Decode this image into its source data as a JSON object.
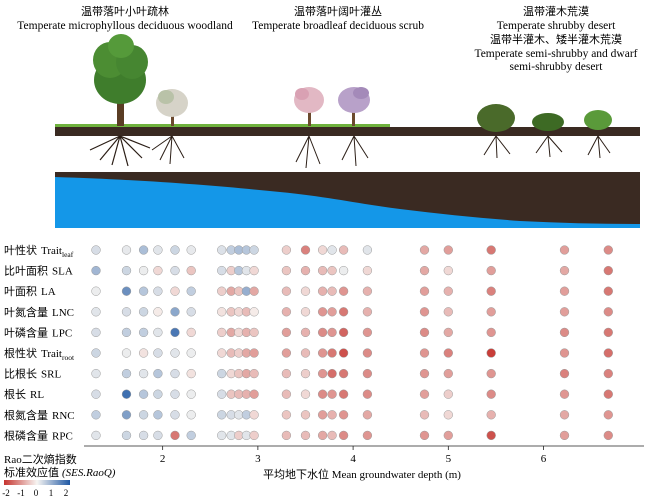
{
  "colors": {
    "positive": "#c6342f",
    "negative": "#1f58a4",
    "neutral": "#f7f5f2",
    "water": "#1497e8",
    "soil": "#3a2a22",
    "grass": "#6fb23e"
  },
  "zones": [
    {
      "cn": "温带落叶小叶疏林",
      "en1": "Temperate microphyllous deciduous woodland",
      "en2": "",
      "cn2": "",
      "en3": ""
    },
    {
      "cn": "温带落叶阔叶灌丛",
      "en1": "Temperate broadleaf deciduous scrub",
      "en2": "",
      "cn2": "",
      "en3": ""
    },
    {
      "cn": "温带灌木荒漠",
      "en1": "Temperate shrubby desert",
      "cn2": "温带半灌木、矮半灌木荒漠",
      "en2": "Temperate semi-shrubby and dwarf",
      "en3": "semi-shrubby desert"
    }
  ],
  "traits": [
    {
      "cn": "叶性状",
      "en": "Trait",
      "sub": "leaf"
    },
    {
      "cn": "比叶面积",
      "en": "SLA",
      "sub": ""
    },
    {
      "cn": "叶面积",
      "en": "LA",
      "sub": ""
    },
    {
      "cn": "叶氮含量",
      "en": "LNC",
      "sub": ""
    },
    {
      "cn": "叶磷含量",
      "en": "LPC",
      "sub": ""
    },
    {
      "cn": "根性状",
      "en": "Trait",
      "sub": "root"
    },
    {
      "cn": "比根长",
      "en": "SRL",
      "sub": ""
    },
    {
      "cn": "根长",
      "en": "RL",
      "sub": ""
    },
    {
      "cn": "根氮含量",
      "en": "RNC",
      "sub": ""
    },
    {
      "cn": "根磷含量",
      "en": "RPC",
      "sub": ""
    }
  ],
  "xaxis": {
    "label": "平均地下水位  Mean groundwater depth (m)",
    "ticks": [
      "2",
      "3",
      "4",
      "5",
      "6"
    ]
  },
  "legend": {
    "title_line1": "Rao二次熵指数",
    "title_line2_cn": "标准效应值",
    "title_line2_en": "(SES.RaoQ)",
    "tick_labels": [
      "-2",
      "-1",
      "0",
      "1",
      "2"
    ]
  },
  "chart_data": {
    "type": "scatter",
    "title": "",
    "xlabel": "平均地下水位  Mean groundwater depth (m)",
    "ylabel": "",
    "xlim": [
      1.3,
      6.95
    ],
    "value_range": [
      -2,
      2
    ],
    "x": [
      1.3,
      1.62,
      1.8,
      1.95,
      2.13,
      2.3,
      2.62,
      2.72,
      2.8,
      2.88,
      2.96,
      3.3,
      3.5,
      3.68,
      3.78,
      3.9,
      4.15,
      4.75,
      5.0,
      5.45,
      6.22,
      6.68
    ],
    "series": [
      {
        "name": "Trait leaf",
        "values": [
          -0.3,
          -0.15,
          -0.7,
          -0.2,
          -0.4,
          -0.15,
          -0.25,
          -0.5,
          -0.7,
          -0.6,
          -0.4,
          0.4,
          1.2,
          0.3,
          -0.2,
          0.6,
          -0.2,
          0.8,
          0.9,
          1.3,
          0.9,
          1.1
        ]
      },
      {
        "name": "SLA",
        "values": [
          -0.8,
          -0.4,
          -0.1,
          0.3,
          -0.3,
          0.5,
          -0.3,
          0.4,
          -0.6,
          -0.2,
          0.3,
          0.5,
          0.7,
          0.6,
          0.5,
          -0.1,
          0.3,
          0.8,
          0.3,
          0.9,
          0.8,
          1.3
        ]
      },
      {
        "name": "LA",
        "values": [
          -0.1,
          -1.3,
          -0.6,
          -0.3,
          0.3,
          -0.5,
          0.4,
          0.8,
          0.5,
          -0.9,
          0.8,
          0.6,
          0.3,
          0.7,
          0.6,
          1.0,
          0.7,
          0.9,
          0.7,
          1.2,
          0.9,
          1.3
        ]
      },
      {
        "name": "LNC",
        "values": [
          -0.2,
          -0.3,
          -0.4,
          0.1,
          -1.0,
          -0.3,
          0.2,
          0.5,
          0.3,
          0.6,
          0.1,
          0.7,
          0.3,
          1.0,
          0.9,
          1.3,
          0.7,
          1.0,
          0.6,
          0.9,
          0.9,
          1.1
        ]
      },
      {
        "name": "LPC",
        "values": [
          -0.3,
          -0.5,
          -0.5,
          -0.2,
          -1.6,
          0.3,
          0.4,
          0.8,
          0.3,
          0.7,
          0.5,
          0.9,
          0.7,
          1.1,
          1.0,
          1.5,
          1.0,
          1.1,
          0.8,
          1.0,
          1.1,
          1.3
        ]
      },
      {
        "name": "Trait root",
        "values": [
          -0.4,
          -0.1,
          0.2,
          -0.3,
          -0.2,
          -0.1,
          0.3,
          0.6,
          0.4,
          0.8,
          0.9,
          0.9,
          0.6,
          1.0,
          1.3,
          1.7,
          1.1,
          1.0,
          1.2,
          1.9,
          1.0,
          1.4
        ]
      },
      {
        "name": "SRL",
        "values": [
          -0.2,
          -0.5,
          -0.2,
          -0.6,
          -0.3,
          0.2,
          -0.4,
          0.3,
          0.5,
          0.8,
          0.6,
          0.6,
          0.4,
          1.0,
          1.4,
          1.3,
          1.1,
          1.0,
          0.9,
          1.0,
          1.2,
          1.2
        ]
      },
      {
        "name": "RL",
        "values": [
          -0.3,
          -1.7,
          -0.6,
          -0.4,
          -0.3,
          -0.1,
          -0.3,
          0.5,
          0.6,
          0.7,
          0.9,
          0.6,
          0.3,
          1.1,
          1.0,
          1.3,
          1.1,
          0.9,
          0.4,
          1.1,
          1.0,
          1.3
        ]
      },
      {
        "name": "RNC",
        "values": [
          -0.5,
          -1.1,
          -0.4,
          -0.6,
          -0.3,
          -0.1,
          -0.4,
          -0.3,
          -0.2,
          -0.5,
          0.3,
          0.5,
          0.5,
          0.9,
          0.7,
          1.0,
          0.8,
          0.6,
          0.3,
          0.7,
          0.8,
          1.0
        ]
      },
      {
        "name": "RPC",
        "values": [
          -0.2,
          -0.4,
          -0.3,
          -0.3,
          1.3,
          -0.5,
          -0.2,
          -0.2,
          0.4,
          -0.2,
          0.4,
          0.6,
          0.6,
          0.8,
          0.6,
          1.1,
          1.0,
          1.0,
          0.9,
          1.7,
          0.9,
          1.1
        ]
      }
    ]
  }
}
